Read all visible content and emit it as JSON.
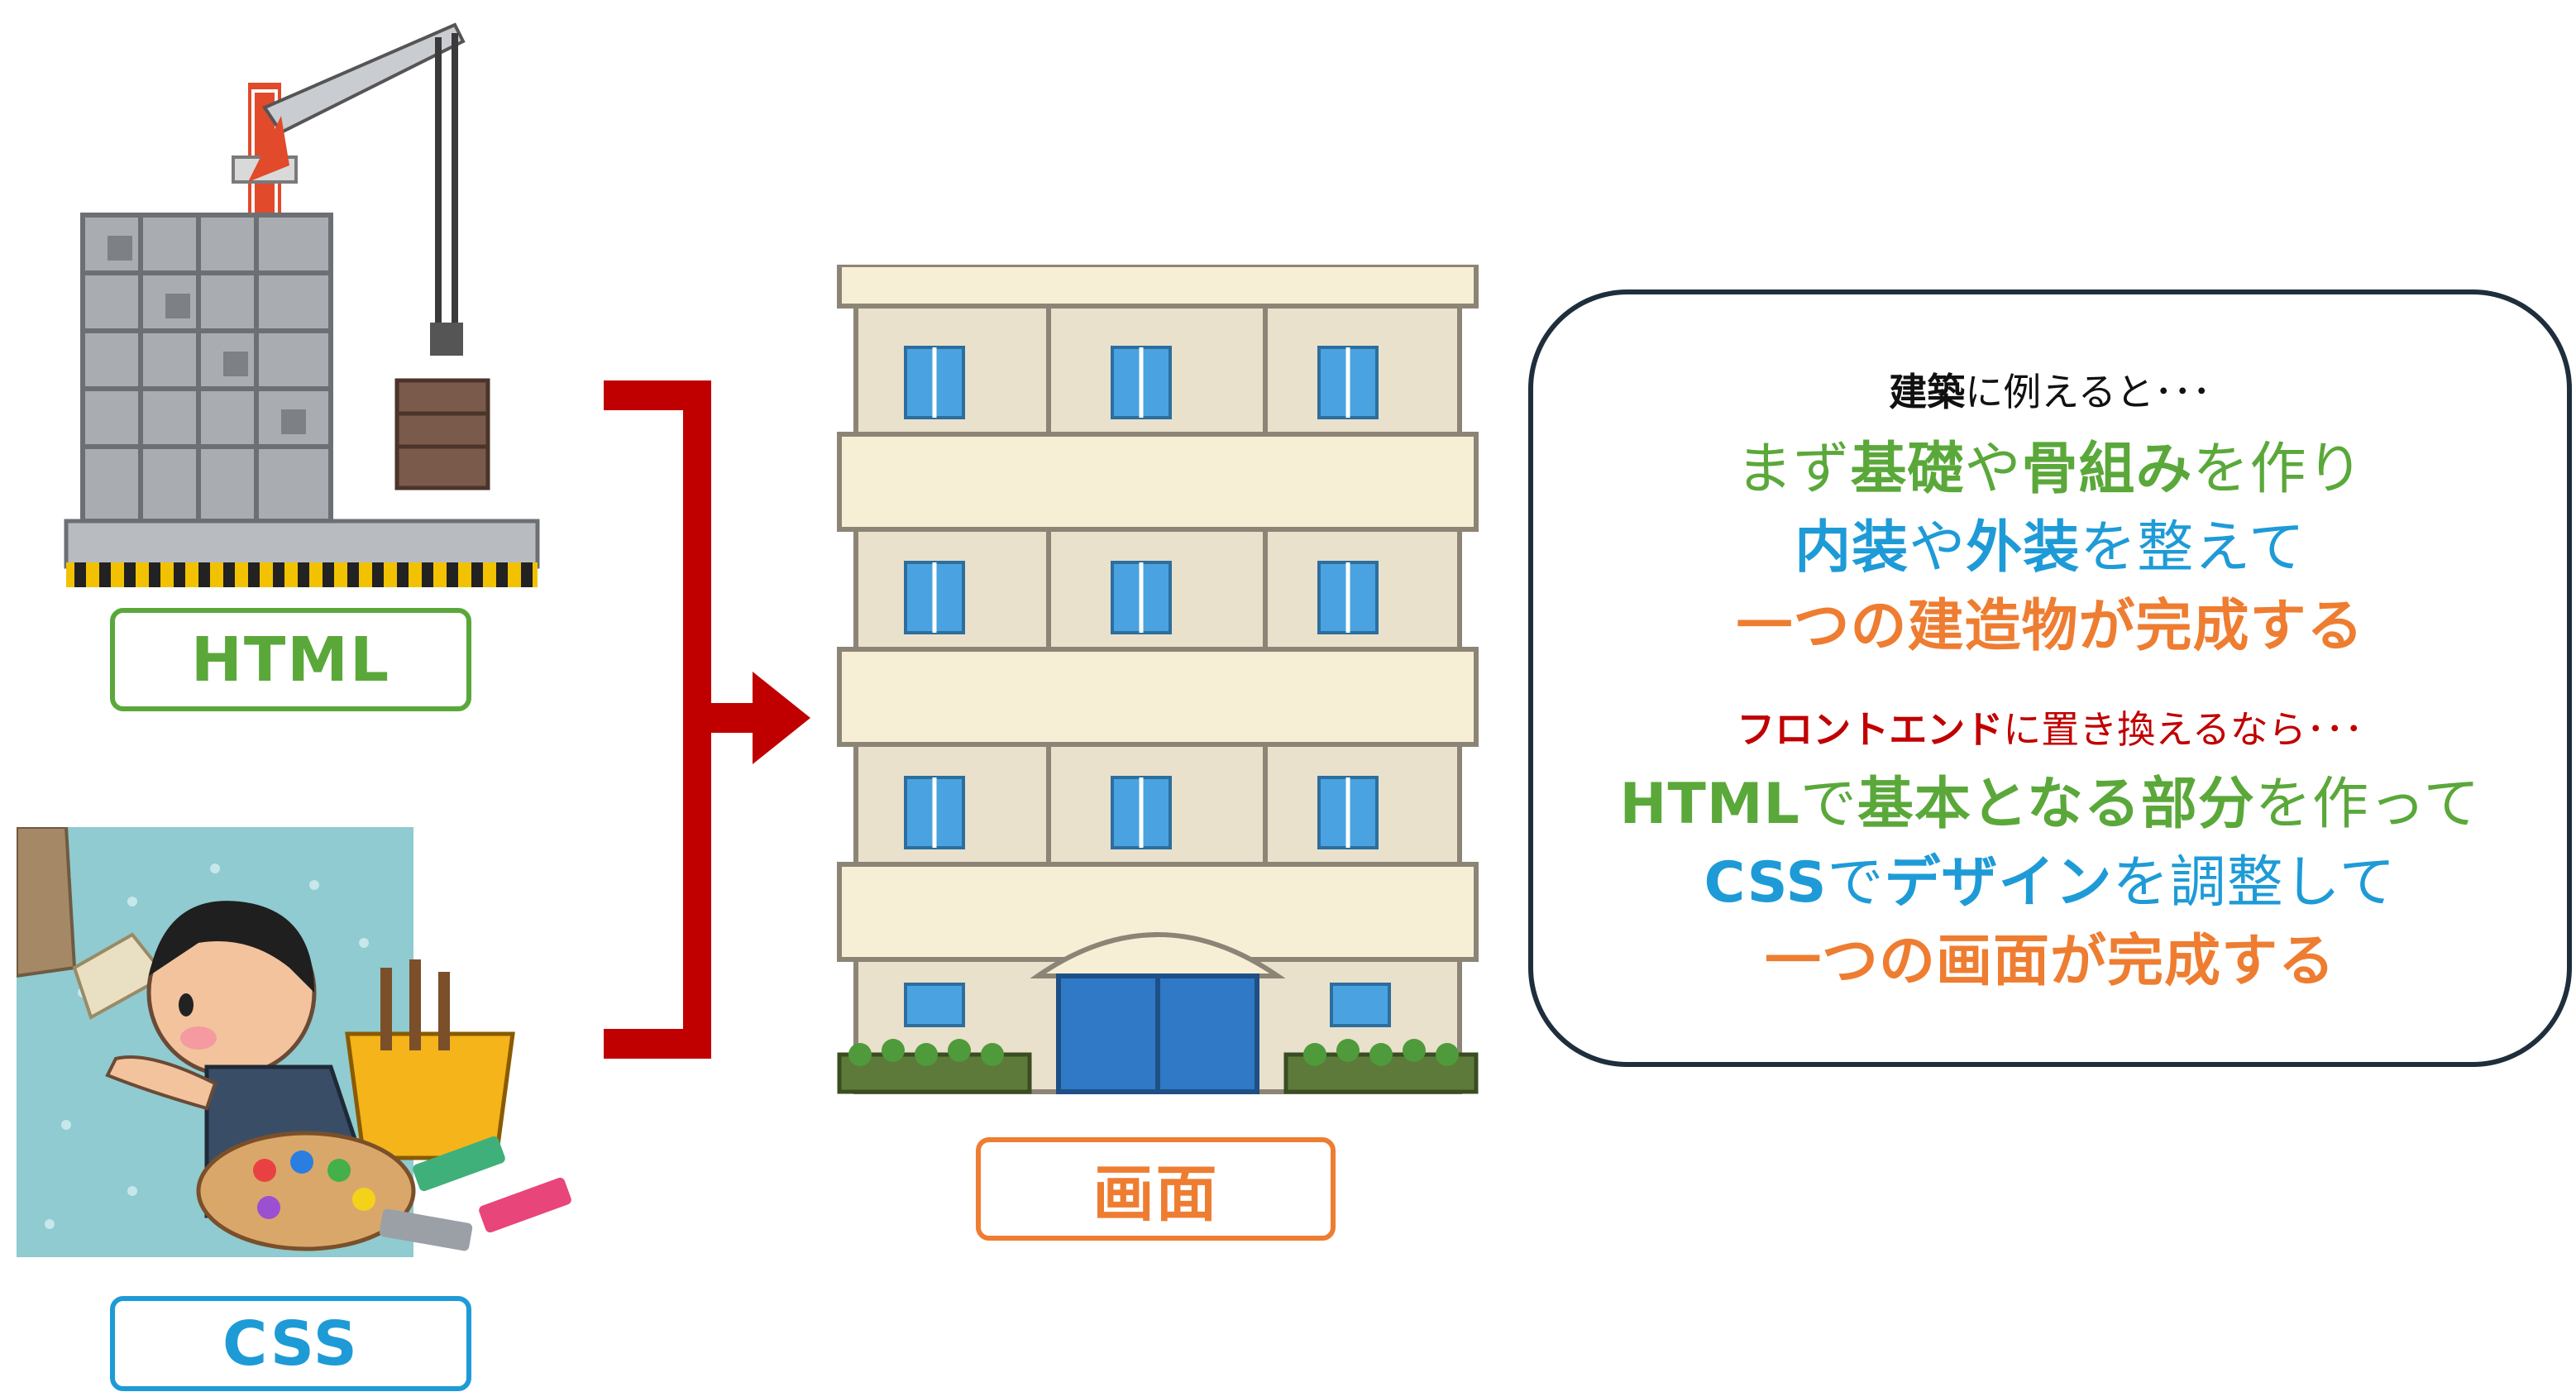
{
  "labels": {
    "html": "HTML",
    "css": "CSS",
    "screen": "画面"
  },
  "callout": {
    "lines": [
      {
        "segments": [
          {
            "text": "建築",
            "color": "#111111"
          },
          {
            "text": "に例えると･･･",
            "color": "#111111"
          }
        ],
        "size": "small"
      },
      {
        "segments": [
          {
            "text": "まず",
            "color": "#5aa83a"
          },
          {
            "text": "基礎",
            "color": "#5aa83a"
          },
          {
            "text": "や",
            "color": "#5aa83a"
          },
          {
            "text": "骨組み",
            "color": "#5aa83a"
          },
          {
            "text": "を作り",
            "color": "#5aa83a"
          }
        ],
        "size": "big"
      },
      {
        "segments": [
          {
            "text": "内装",
            "color": "#1e9bd7"
          },
          {
            "text": "や",
            "color": "#1e9bd7"
          },
          {
            "text": "外装",
            "color": "#1e9bd7"
          },
          {
            "text": "を整えて",
            "color": "#1e9bd7"
          }
        ],
        "size": "big"
      },
      {
        "segments": [
          {
            "text": "一つの建造物が完成する",
            "color": "#ee7d31"
          }
        ],
        "size": "big"
      },
      {
        "segments": [
          {
            "text": "フロントエンド",
            "color": "#c00000"
          },
          {
            "text": "に置き換えるなら･･･",
            "color": "#c00000"
          }
        ],
        "size": "small"
      },
      {
        "segments": [
          {
            "text": "HTML",
            "color": "#5aa83a"
          },
          {
            "text": "で",
            "color": "#5aa83a"
          },
          {
            "text": "基本となる部分",
            "color": "#5aa83a"
          },
          {
            "text": "を作って",
            "color": "#5aa83a"
          }
        ],
        "size": "big"
      },
      {
        "segments": [
          {
            "text": "CSS",
            "color": "#1e9bd7"
          },
          {
            "text": "で",
            "color": "#1e9bd7"
          },
          {
            "text": "デザイン",
            "color": "#1e9bd7"
          },
          {
            "text": "を調整して",
            "color": "#1e9bd7"
          }
        ],
        "size": "big"
      },
      {
        "segments": [
          {
            "text": "一つの画面が完成する",
            "color": "#ee7d31"
          }
        ],
        "size": "big"
      }
    ]
  },
  "colors": {
    "html": "#5aa83a",
    "css": "#1e9bd7",
    "screen": "#ee7d31",
    "arrow": "#c00000",
    "callout_border": "#1f2e3c"
  },
  "icons": {
    "construction": "building-under-construction-illustration",
    "painter": "painter-wallpaper-illustration",
    "building": "finished-apartment-building-illustration"
  }
}
